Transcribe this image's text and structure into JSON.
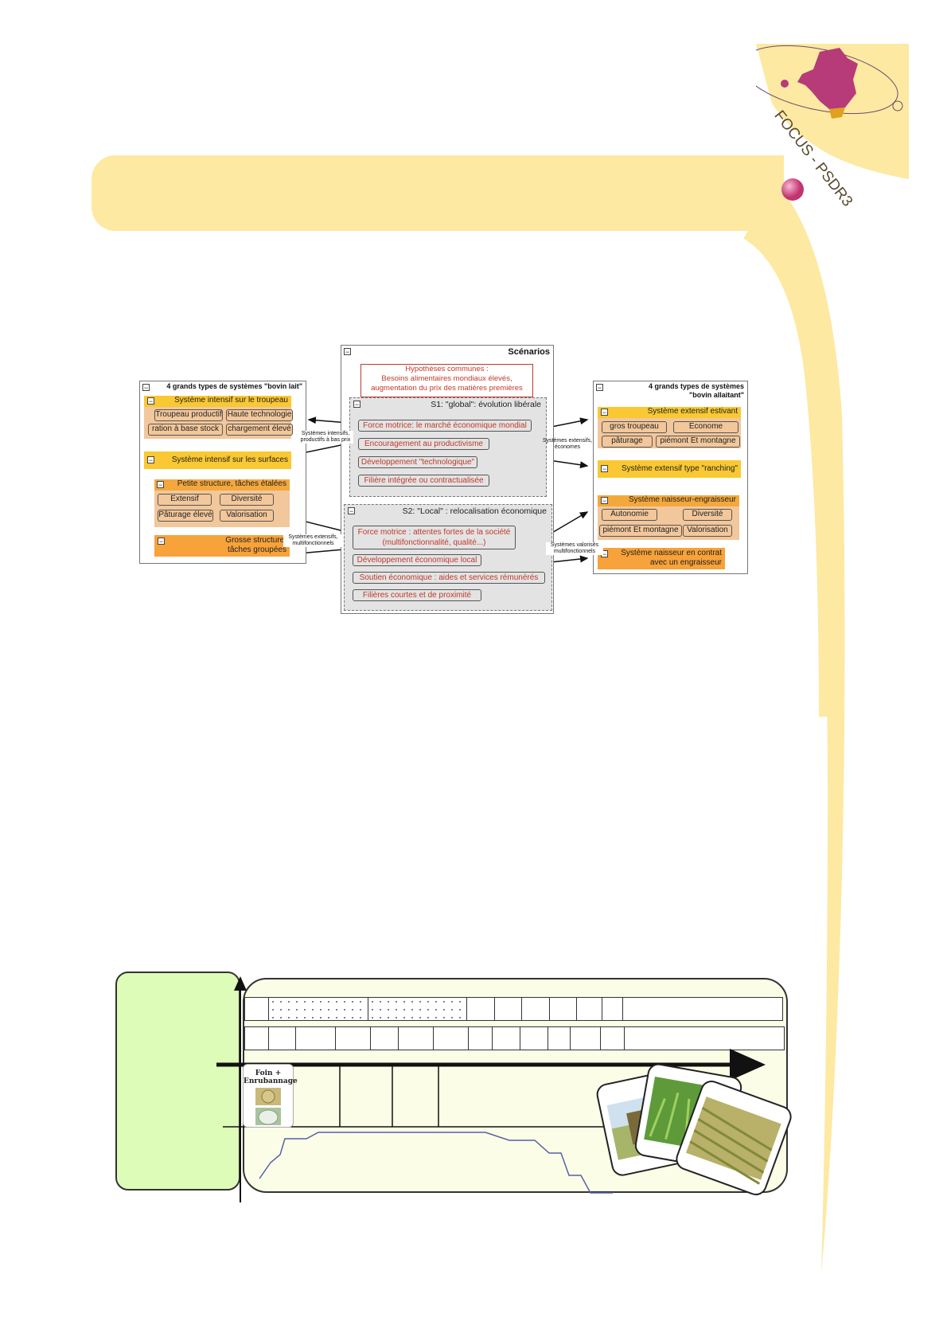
{
  "colors": {
    "side_band": "#fde9a2",
    "banner": "#fde9a2",
    "bar_yellow": "#f9c832",
    "bar_orange": "#f7a23a",
    "tan": "#f2c79b",
    "scenario_text": "#c0392b",
    "timeline_green": "#ddfcb8",
    "timeline_bg": "#fbfde6",
    "curve": "#5560a8"
  },
  "logo": {
    "text": "FOCUS - PSDR3"
  },
  "diagram": {
    "scenarios_title": "Scénarios",
    "hypotheses": {
      "line1": "Hypothèses communes :",
      "line2": "Besoins alimentaires mondiaux élevés,",
      "line3": "augmentation du prix des matières premières"
    },
    "s1": {
      "title": "S1: \"global\": évolution libérale",
      "items": [
        "Force motrice: le marché économique mondial",
        "Encouragement au productivisme",
        "Développement \"technologique\"",
        "Filière intégrée ou contractualisée"
      ]
    },
    "s2": {
      "title": "S2: \"Local\" : relocalisation économique",
      "item0_line1": "Force motrice : attentes fortes de la société",
      "item0_line2": "(multifonctionnalité, qualité...)",
      "items": [
        "Développement économique local",
        "Soutien économique : aides et services rémunérés",
        "Filières courtes et de proximité"
      ]
    },
    "lait": {
      "title": "4 grands types de systèmes \"bovin lait\"",
      "sys1": "Système intensif sur le troupeau",
      "sys1_items": [
        "Troupeau productif",
        "Haute technologie",
        "ration à base stock",
        "chargement élevé"
      ],
      "sys2": "Système intensif sur les surfaces",
      "sys3": "Petite structure, tâches étalées",
      "sys3_items": [
        "Extensif",
        "Diversité",
        "Pâturage élevé",
        "Valorisation"
      ],
      "sys4_line1": "Grosse structure,",
      "sys4_line2": "tâches groupées"
    },
    "allaitant": {
      "title_line1": "4 grands types de systèmes",
      "title_line2": "\"bovin allaitant\"",
      "sys1": "Système extensif estivant",
      "sys1_items": [
        "gros troupeau",
        "Econome",
        "pâturage",
        "piémont Et montagne"
      ],
      "sys2": "Système extensif type \"ranching\"",
      "sys3": "Système  naisseur-engraisseur",
      "sys3_items": [
        "Autonomie",
        "Diversité",
        "piémont Et montagne",
        "Valorisation"
      ],
      "sys4_line1": "Système naisseur en contrat",
      "sys4_line2": "avec un engraisseur"
    },
    "arrow_labels": {
      "left_top_1": "Systèmes intensifs,",
      "left_top_2": "productifs à bas prix",
      "right_top_1": "Systèmes extensifs,",
      "right_top_2": "économes",
      "left_bottom_1": "Systèmes extensifs,",
      "left_bottom_2": "multifonctionnels",
      "right_bottom_1": "Systèmes valorisés",
      "right_bottom_2": "multifonctionnels"
    }
  },
  "timeline": {
    "foin_line1": "Foin +",
    "foin_line2": "Enrubannage"
  }
}
